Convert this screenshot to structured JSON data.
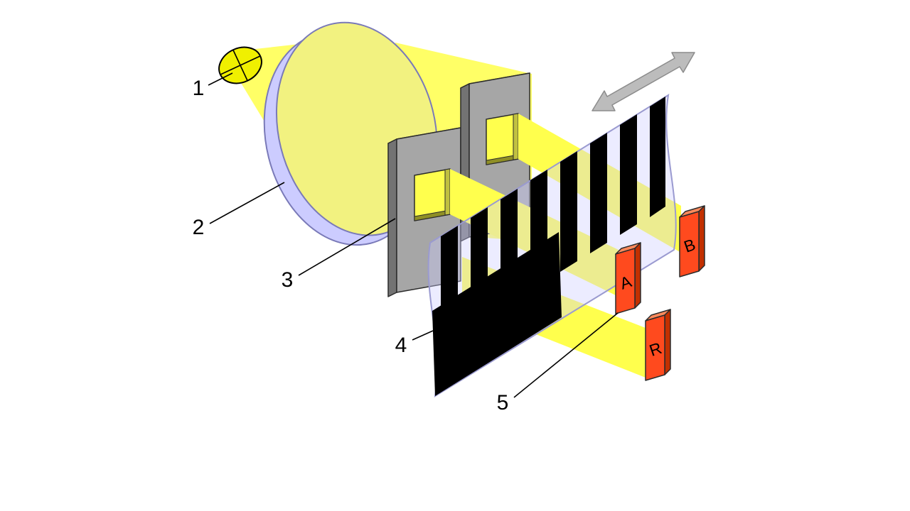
{
  "diagram": {
    "background": "#FFFFFF",
    "labels": {
      "light_source": "1",
      "lens": "2",
      "mask": "3",
      "scale": "4",
      "detector": "5"
    },
    "detectors": {
      "a": "A",
      "b": "B",
      "r": "R"
    },
    "icons": {
      "direction_arrow": "double-headed-arrow"
    },
    "colors": {
      "light_bulb": "#F0F000",
      "light_cone": "#FFFF66",
      "beam": "#FFFF4D",
      "lens_rim": "#CCCCFF",
      "lens_glass": "#F2F280",
      "mask_front": "#A6A6A6",
      "mask_side": "#737373",
      "mask_top": "#CFCFCF",
      "film": "#CCCCFF",
      "stripe": "#000000",
      "detector_front": "#FF4A1E",
      "detector_side": "#C23000",
      "detector_top": "#FF8A5C",
      "arrow": "#BCBCBC",
      "label_text": "#000000"
    }
  }
}
